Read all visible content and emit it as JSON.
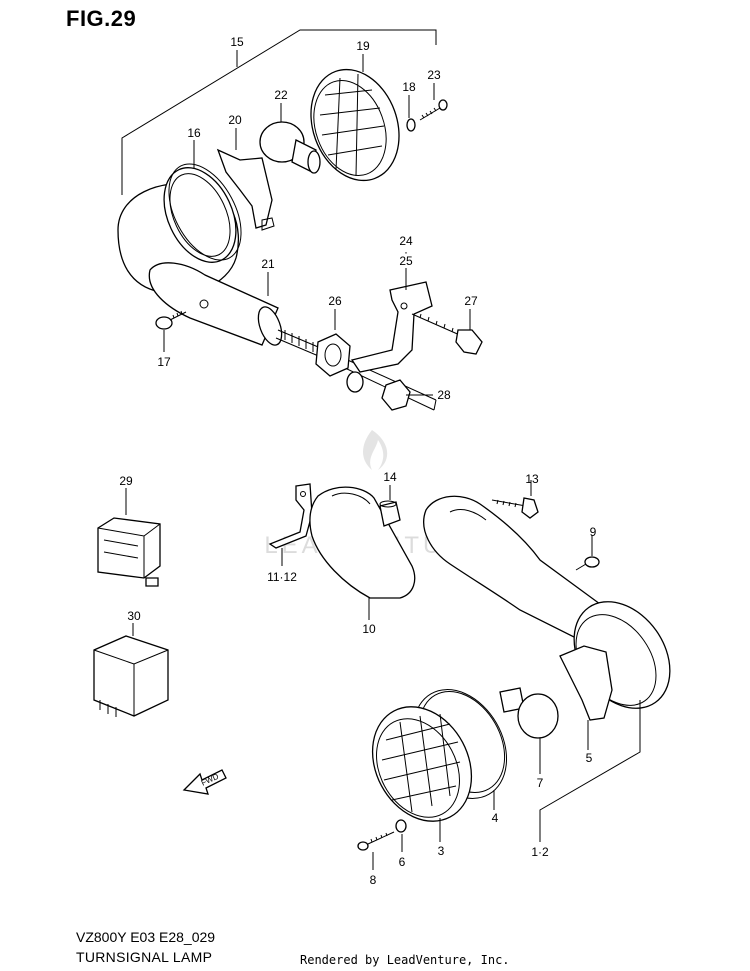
{
  "figure_title": "FIG.29",
  "watermark": "LEADVENTURE",
  "model_code": "VZ800Y E03 E28_029",
  "section_name": "TURNSIGNAL LAMP",
  "credit": "Rendered by LeadVenture, Inc.",
  "fwd_label": "FWD",
  "callouts": {
    "c15": "15",
    "c19": "19",
    "c18": "18",
    "c23": "23",
    "c22": "22",
    "c20": "20",
    "c16": "16",
    "c21": "21",
    "c24": "24",
    "c25": "25",
    "c26": "26",
    "c27": "27",
    "c17": "17",
    "c28": "28",
    "c29": "29",
    "c14": "14",
    "c13": "13",
    "c9": "9",
    "c11_12": "11·12",
    "c10": "10",
    "c30": "30",
    "c7": "7",
    "c5": "5",
    "c4": "4",
    "c3": "3",
    "c6": "6",
    "c8": "8",
    "c1_2": "1·2"
  }
}
